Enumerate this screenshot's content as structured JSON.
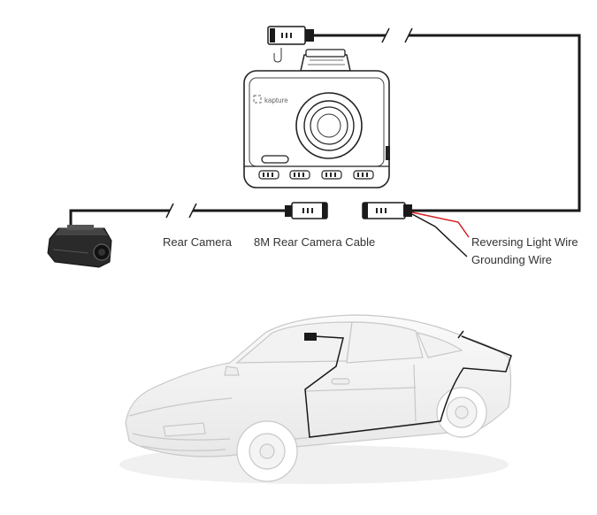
{
  "labels": {
    "rear_camera": "Rear Camera",
    "rear_camera_cable": "8M Rear Camera Cable",
    "reversing_light_wire": "Reversing Light Wire",
    "grounding_wire": "Grounding Wire",
    "brand": "kapture"
  },
  "colors": {
    "cable": "#1a1a1a",
    "reversing_wire": "#d42020",
    "car_outline": "#c8c8c8",
    "car_fill": "#f4f4f4",
    "camera_body": "#ffffff",
    "label_text": "#333333"
  },
  "icons": [
    "dash-camera-icon",
    "rear-camera-icon",
    "car-icon",
    "connector-plug-icon"
  ]
}
